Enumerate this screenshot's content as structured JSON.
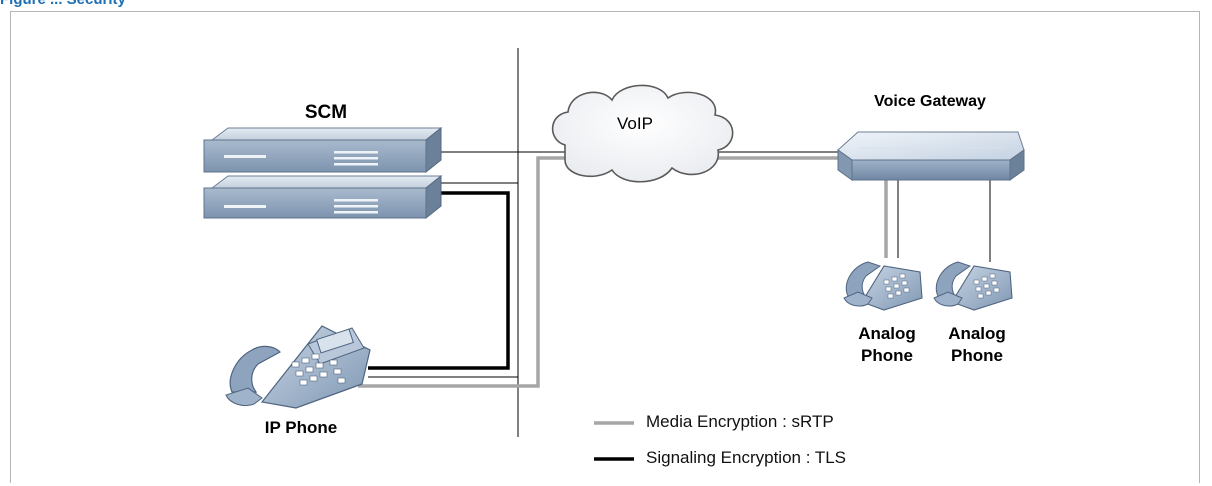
{
  "caption": "Figure ... Security",
  "labels": {
    "scm": "SCM",
    "voip": "VoIP",
    "voice_gateway": "Voice Gateway",
    "ip_phone": "IP Phone",
    "analog_phone_1": [
      "Analog",
      "Phone"
    ],
    "analog_phone_2": [
      "Analog",
      "Phone"
    ]
  },
  "legend": [
    {
      "label": "Media Encryption : sRTP",
      "color": "#a6a6a6"
    },
    {
      "label": "Signaling Encryption : TLS",
      "color": "#000000"
    }
  ],
  "colors": {
    "media_line": "#a6a6a6",
    "signal_line": "#000000",
    "device_fill": "#8ea3bd",
    "caption": "#1f6fb5"
  }
}
